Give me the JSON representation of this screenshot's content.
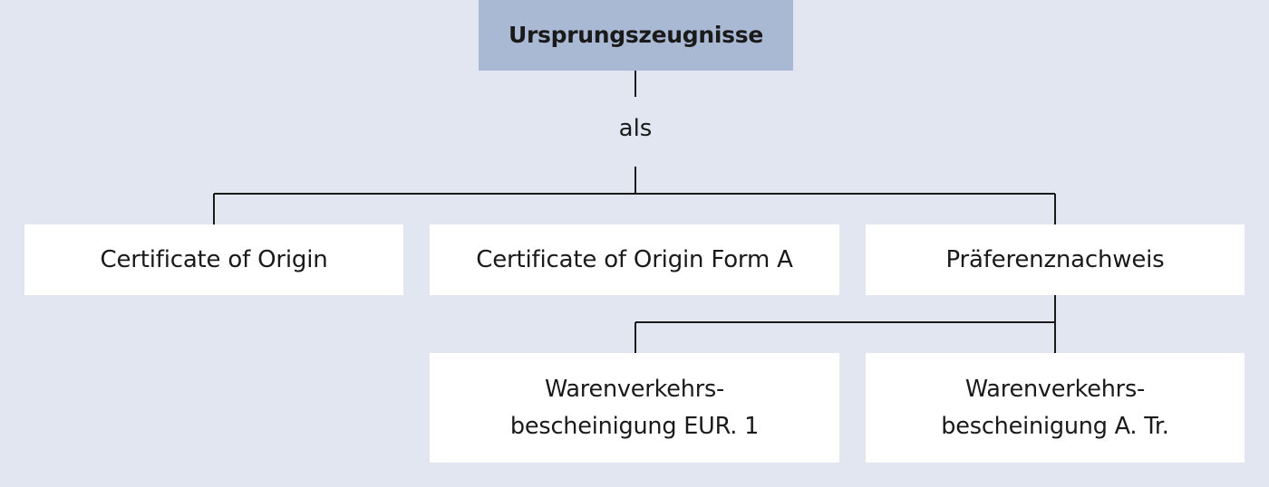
{
  "diagram": {
    "root": {
      "label": "Ursprungszeugnisse"
    },
    "connector_label": "als",
    "level1": [
      {
        "label": "Certificate of Origin"
      },
      {
        "label": "Certificate of Origin Form A"
      },
      {
        "label": "Präferenznachweis"
      }
    ],
    "level2": [
      {
        "label": "Warenverkehrs-\nbescheinigung EUR. 1"
      },
      {
        "label": "Warenverkehrs-\nbescheinigung A. Tr."
      }
    ]
  },
  "colors": {
    "background": "#e1e6f0",
    "root_fill": "#a9b8d3",
    "node_fill": "#ffffff",
    "line": "#1a1a1a"
  }
}
